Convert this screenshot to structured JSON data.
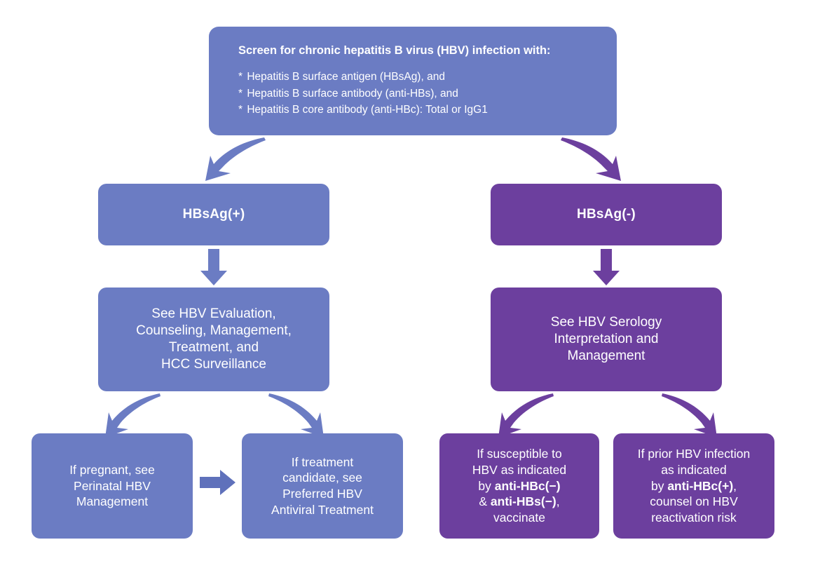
{
  "colors": {
    "blue": "#6b7cc3",
    "purple": "#6c3f9e",
    "background": "#ffffff",
    "text": "#ffffff"
  },
  "screening": {
    "heading": "Screen for chronic hepatitis B virus (HBV) infection with:",
    "bullets": [
      "Hepatitis B surface antigen (HBsAg), and",
      "Hepatitis B surface antibody (anti-HBs), and",
      "Hepatitis B core antibody (anti-HBc): Total or IgG1"
    ],
    "bullet_marker": "*"
  },
  "branches": {
    "positive": {
      "decision_label": "HBsAg(+)",
      "action_label": "See HBV Evaluation, Counseling, Management, Treatment, and HCC Surveillance",
      "action_lines": [
        "See HBV Evaluation,",
        "Counseling, Management,",
        "Treatment, and",
        "HCC Surveillance"
      ],
      "leaves": [
        {
          "lines": [
            "If pregnant, see",
            "Perinatal HBV",
            "Management"
          ]
        },
        {
          "lines": [
            "If treatment",
            "candidate, see",
            "Preferred HBV",
            "Antiviral Treatment"
          ]
        }
      ]
    },
    "negative": {
      "decision_label": "HBsAg(-)",
      "action_label": "See HBV Serology Interpretation and Management",
      "action_lines": [
        "See HBV Serology",
        "Interpretation and",
        "Management"
      ],
      "leaves": [
        {
          "line1": "If susceptible to",
          "line2": "HBV as indicated",
          "line3_pre": "by ",
          "line3_bold": "anti-HBc(−)",
          "line4_pre": "& ",
          "line4_bold": "anti-HBs(−)",
          "line4_post": ",",
          "line5": "vaccinate"
        },
        {
          "line1": "If prior HBV infection",
          "line2": "as indicated",
          "line3_pre": "by ",
          "line3_bold": "anti-HBc(+)",
          "line3_post": ",",
          "line4": "counsel on HBV",
          "line5": "reactivation risk"
        }
      ]
    }
  },
  "arrows": [
    {
      "name": "screen-to-hbsag-positive",
      "style": "curved-down-left",
      "color": "#6b7cc3"
    },
    {
      "name": "screen-to-hbsag-negative",
      "style": "curved-down-right",
      "color": "#6c3f9e"
    },
    {
      "name": "hbsag-positive-to-evaluation",
      "style": "straight-down",
      "color": "#6b7cc3"
    },
    {
      "name": "hbsag-negative-to-serology",
      "style": "straight-down",
      "color": "#6c3f9e"
    },
    {
      "name": "evaluation-to-perinatal",
      "style": "curved-down-left",
      "color": "#6b7cc3"
    },
    {
      "name": "evaluation-to-antiviral",
      "style": "curved-down-right",
      "color": "#6b7cc3"
    },
    {
      "name": "perinatal-to-antiviral",
      "style": "straight-right",
      "color": "#5a6cb8"
    },
    {
      "name": "serology-to-vaccinate",
      "style": "curved-down-left",
      "color": "#6c3f9e"
    },
    {
      "name": "serology-to-reactivation",
      "style": "curved-down-right",
      "color": "#6c3f9e"
    }
  ]
}
